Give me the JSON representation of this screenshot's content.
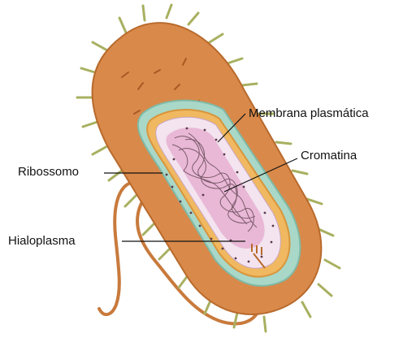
{
  "diagram": {
    "labels": {
      "membrana": "Membrana plasmática",
      "cromatina": "Cromatina",
      "ribossomo": "Ribossomo",
      "hialoplasma": "Hialoplasma"
    },
    "colors": {
      "capsule": "#d9894a",
      "capsule_dark": "#b86a2c",
      "cell_wall": "#a9d8c8",
      "membrane": "#f0b860",
      "cytoplasm": "#f3e4f0",
      "nucleoid": "#e9b8d6",
      "chromatin": "#7a5a6a",
      "flagellum": "#c87a3c",
      "pili": "#a8b060"
    }
  }
}
